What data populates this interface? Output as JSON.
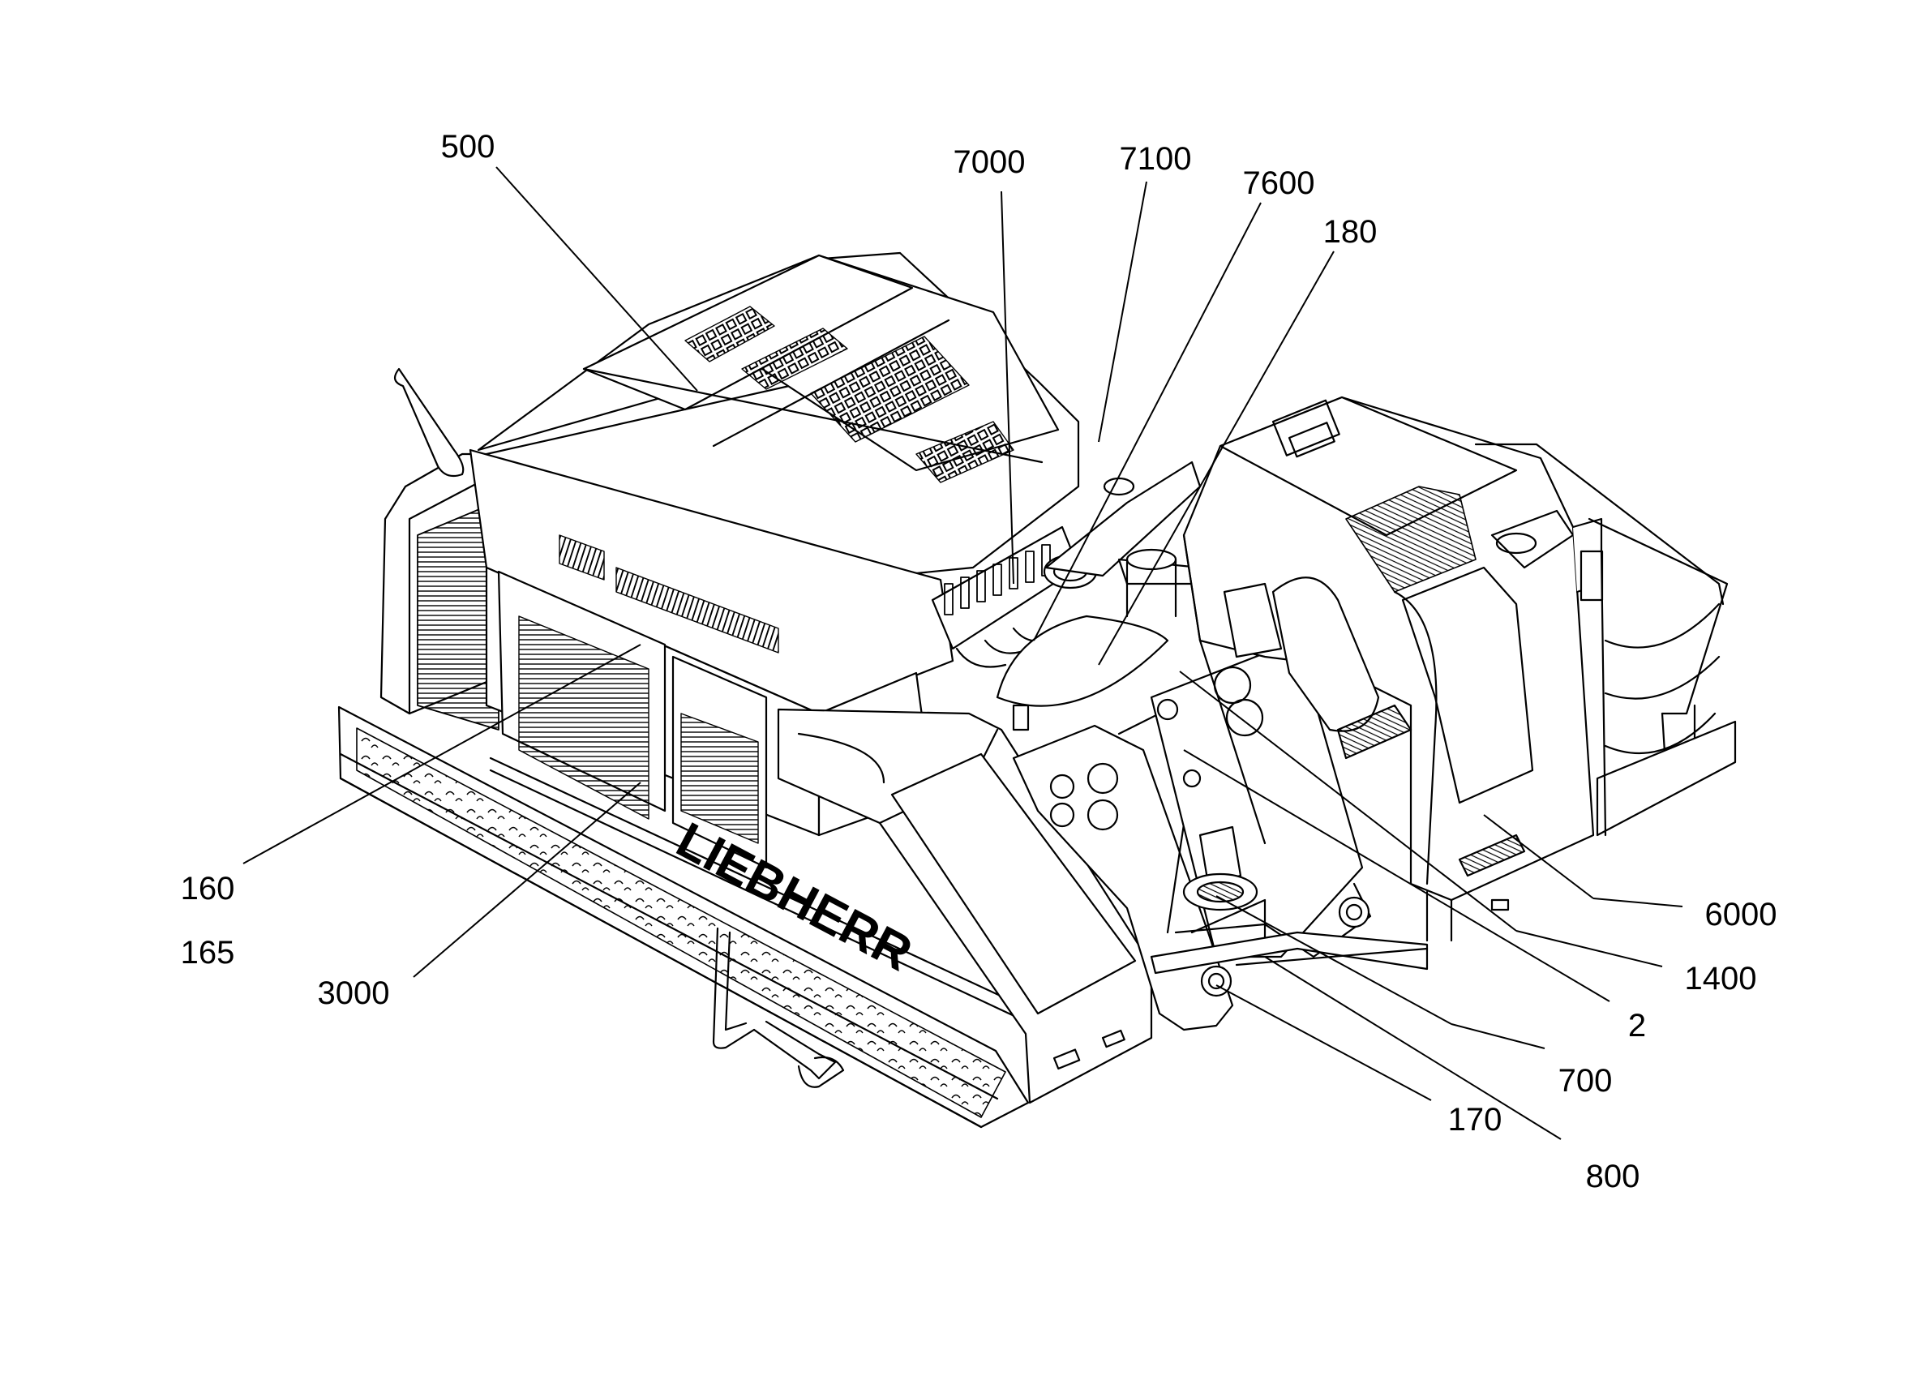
{
  "figure": {
    "subject": "excavator-upper-carriage",
    "brand_text": "LIEBHERR",
    "colors": {
      "line": "#000000",
      "background": "#ffffff"
    }
  },
  "reference_numerals": {
    "n500": "500",
    "n7000": "7000",
    "n7100": "7100",
    "n7600": "7600",
    "n180": "180",
    "n160": "160",
    "n165": "165",
    "n3000": "3000",
    "n6000": "6000",
    "n1400": "1400",
    "n2": "2",
    "n700": "700",
    "n170": "170",
    "n800": "800"
  }
}
